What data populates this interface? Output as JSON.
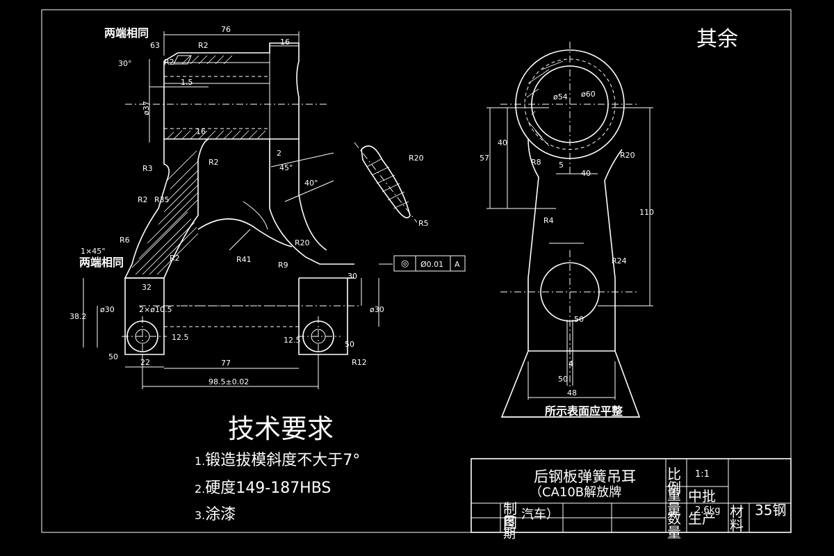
{
  "surface_note": {
    "text": "其余"
  },
  "left_view": {
    "dims": {
      "d76": "76",
      "d16": "16",
      "d63": "63",
      "r2a": "R2",
      "r2b": "R2",
      "d30deg": "30°",
      "d1_5": "1.5",
      "d37": "ø37",
      "s16": "16",
      "r3": "R3",
      "r2c": "R2",
      "d2": "2",
      "a45": "45°",
      "a40": "40°",
      "r2d": "R2",
      "r35": "R35",
      "r6": "R6",
      "r41": "R41",
      "r20": "R20",
      "r9": "R9",
      "ch": "1×45°",
      "r2e": "R2",
      "s32": "32",
      "d38": "38.2",
      "d30a": "ø30",
      "h2x": "2×ø10.5",
      "d12_5a": "12.5",
      "d12_5b": "12.5",
      "d30b": "ø30",
      "d30v": "30",
      "s50a": "50",
      "s50b": "50",
      "r12": "R12",
      "d22": "22",
      "d77": "77",
      "d98": "98.5±0.02",
      "r20b": "R20",
      "r5": "R5"
    },
    "note_top": "两端相同",
    "note_left": "两端相同",
    "tolerance": {
      "symbol": "◎",
      "value": "Ø0.01",
      "datum": "A"
    }
  },
  "right_view": {
    "dims": {
      "d54": "ø54",
      "d60": "ø60",
      "d57": "57",
      "d40v": "40",
      "r20": "R20",
      "r8": "R8",
      "d5": "5",
      "d40h": "40",
      "r4": "R4",
      "d110": "110",
      "r24": "R24",
      "s50a": "50",
      "d4": "4",
      "s50b": "50",
      "d48": "48"
    },
    "note": "所示表面应平整"
  },
  "requirements": {
    "title": "技术要求",
    "items": [
      "锻造拔模斜度不大于7°",
      "硬度149-187HBS",
      "涂漆"
    ]
  },
  "title_block": {
    "part_name": "后钢板弹簧吊耳",
    "part_sub": "（CA10B解放牌",
    "part_sub2": "汽车）",
    "ratio_label": "比例",
    "ratio_value": "1:1",
    "batch": "中批",
    "production": "生产",
    "weight_label": "重量",
    "weight_value": "2.6kg",
    "material_label": "材料",
    "material_value": "35钢",
    "made_label": "制图",
    "date_label": "日期",
    "qty_label": "数量"
  }
}
